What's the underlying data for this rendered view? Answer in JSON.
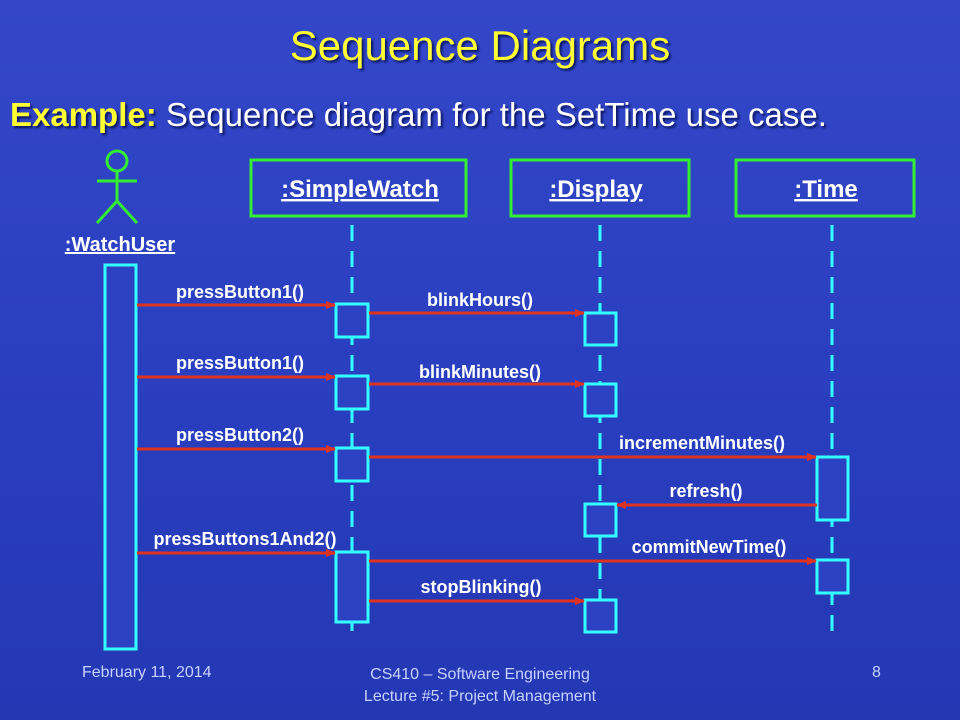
{
  "slide": {
    "title": "Sequence Diagrams",
    "subtitle_keyword": "Example:",
    "subtitle_text": "Sequence diagram for the SetTime use case."
  },
  "diagram": {
    "actor": ":WatchUser",
    "objects": [
      ":SimpleWatch",
      ":Display",
      ":Time"
    ],
    "messages": [
      "pressButton1()",
      "blinkHours()",
      "pressButton1()",
      "blinkMinutes()",
      "pressButton2()",
      "incrementMinutes()",
      "refresh()",
      "pressButtons1And2()",
      "commitNewTime()",
      "stopBlinking()"
    ],
    "colors": {
      "object_border": "#33ee33",
      "lifeline": "#33ffff",
      "message_arrow": "#dd3322",
      "text": "#ffffff"
    }
  },
  "footer": {
    "date": "February 11, 2014",
    "course": "CS410 – Software Engineering",
    "lecture": "Lecture #5: Project Management",
    "page": "8"
  }
}
